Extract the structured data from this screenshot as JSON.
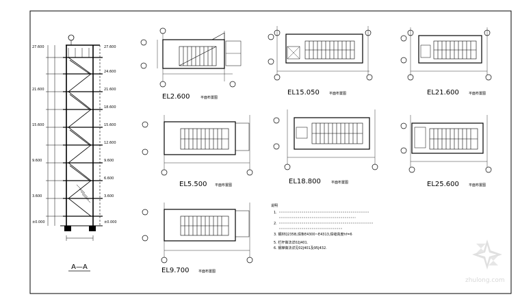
{
  "section": {
    "title": "A—A",
    "level_marks": [
      "27.600",
      "24.600",
      "21.600",
      "18.600",
      "15.600",
      "12.600",
      "9.600",
      "6.600",
      "3.600",
      "±0.000"
    ]
  },
  "plans": [
    {
      "id": "el2600",
      "label": "EL2.600",
      "suffix": "平面布置图"
    },
    {
      "id": "el15050",
      "label": "EL15.050",
      "suffix": "平面布置图"
    },
    {
      "id": "el21600",
      "label": "EL21.600",
      "suffix": "平面布置图"
    },
    {
      "id": "el5500",
      "label": "EL5.500",
      "suffix": "平面布置图"
    },
    {
      "id": "el18800",
      "label": "EL18.800",
      "suffix": "平面布置图"
    },
    {
      "id": "el25600",
      "label": "EL25.600",
      "suffix": "平面布置图"
    },
    {
      "id": "el9700",
      "label": "EL9.700",
      "suffix": "平面布置图"
    }
  ],
  "notes": {
    "heading": "说明",
    "lines": [
      "1.",
      "",
      "2.",
      "",
      "3. 钢材Q235B,焊条E4300~E4313,焊缝高度hf=6",
      "5. 栏杆做法详02J401.",
      "6. 钢梯做法详见02J401及95J432."
    ]
  },
  "watermark": {
    "site": "zhulong.com"
  }
}
